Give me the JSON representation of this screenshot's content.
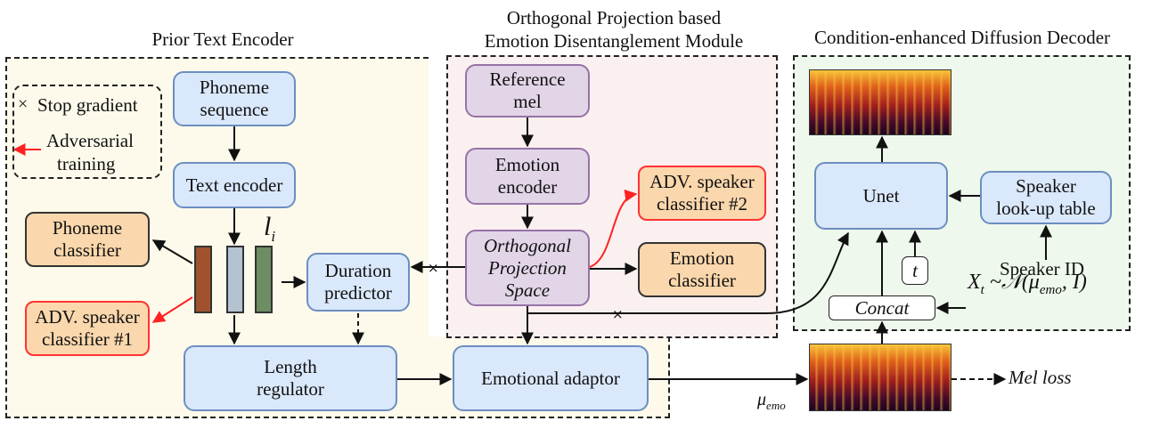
{
  "titles": {
    "prior_text_encoder": "Prior Text Encoder",
    "orthogonal_line1": "Orthogonal Projection based",
    "orthogonal_line2": "Emotion Disentanglement Module",
    "diffusion_decoder": "Condition-enhanced Diffusion Decoder"
  },
  "legend": {
    "stop_symbol": "×",
    "stop_label": "Stop gradient",
    "adv_line1": "Adversarial",
    "adv_line2": "training"
  },
  "boxes": {
    "phoneme_sequence": [
      "Phoneme",
      "sequence"
    ],
    "text_encoder": "Text encoder",
    "phoneme_classifier": [
      "Phoneme",
      "classifier"
    ],
    "adv_classifier_1": [
      "ADV. speaker",
      "classifier #1"
    ],
    "duration_predictor": [
      "Duration",
      "predictor"
    ],
    "length_regulator": [
      "Length",
      "regulator"
    ],
    "emotional_adaptor": "Emotional adaptor",
    "reference_mel": [
      "Reference",
      "mel"
    ],
    "emotion_encoder": [
      "Emotion",
      "encoder"
    ],
    "orthogonal_space": [
      "Orthogonal",
      "Projection",
      "Space"
    ],
    "adv_classifier_2": [
      "ADV. speaker",
      "classifier #2"
    ],
    "emotion_classifier": [
      "Emotion",
      "classifier"
    ],
    "unet": "Unet",
    "speaker_lookup": [
      "Speaker",
      "look-up table"
    ],
    "t": "t",
    "concat": "Concat"
  },
  "labels": {
    "li": "l",
    "li_sub": "i",
    "speaker_id": "Speaker ID",
    "xt": "X",
    "xt_sub": "t",
    "xt_rest": " ~𝒩(μ",
    "xt_emo": "emo",
    "xt_end": ", I)",
    "mu": "μ",
    "mu_sub": "emo",
    "mel_loss": "Mel loss",
    "stop_marker": "×"
  },
  "colors": {
    "blue_fill": "#dae8fc",
    "purple_fill": "#e1d5e7",
    "orange_fill": "#fad7ac",
    "red_stroke": "#ff3333",
    "left_region_bg": "#fdfaeb",
    "middle_region_bg": "#fbf0f0",
    "right_region_bg": "#eef8ec",
    "bar_brown": "#a0522d",
    "bar_gray": "#b3c3d1",
    "bar_green": "#6d8d62"
  }
}
